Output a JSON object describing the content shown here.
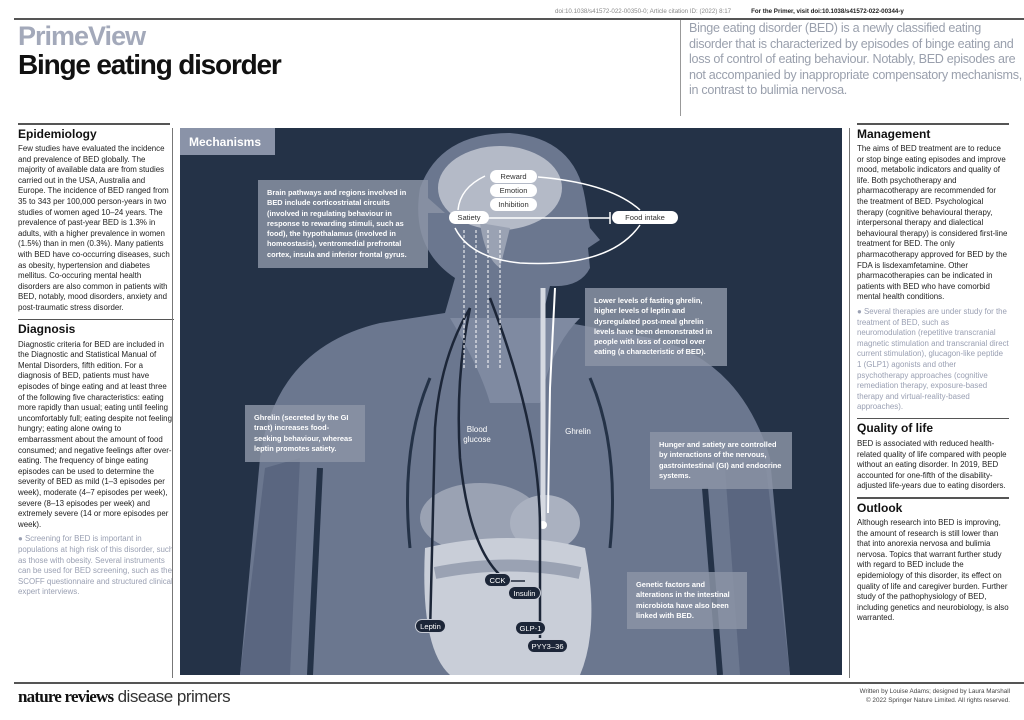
{
  "header": {
    "doi_line": "doi:10.1038/s41572-022-00350-0; Article citation ID:      (2022) 8:17",
    "primer_link": "For the Primer, visit doi:10.1038/s41572-022-00344-y",
    "brand": "PrimeView",
    "title": "Binge eating disorder",
    "summary": "Binge eating disorder (BED) is a newly classified eating disorder that is characterized by episodes of binge eating and loss of control of eating behaviour. Notably, BED episodes are not accompanied by inappropriate compensatory mechanisms, in contrast to bulimia nervosa."
  },
  "left": {
    "epidemiology": {
      "heading": "Epidemiology",
      "text": "Few studies have evaluated the incidence and prevalence of BED globally. The majority of available data are from studies carried out in the USA, Australia and Europe. The incidence of BED ranged from 35 to 343 per 100,000 person-years in two studies of women aged 10–24 years. The prevalence of past-year BED is 1.3% in adults, with a higher prevalence in women (1.5%) than in men (0.3%). Many patients with BED have co-occurring diseases, such as obesity, hypertension and diabetes mellitus. Co-occuring mental health disorders are also common in patients with BED, notably, mood disorders, anxiety and post-traumatic stress disorder."
    },
    "diagnosis": {
      "heading": "Diagnosis",
      "text": "Diagnostic criteria for BED are included in the Diagnostic and Statistical Manual of Mental Disorders, fifth edition. For a diagnosis of BED, patients must have episodes of binge eating and at least three of the following five characteristics: eating more rapidly than usual; eating until feeling uncomfortably full; eating despite not feeling hungry; eating alone owing to embarrassment about the amount of food consumed; and negative feelings after over-eating. The frequency of binge eating episodes can be used to determine the severity of BED as mild (1–3 episodes per week), moderate (4–7 episodes per week), severe (8–13 episodes per week) and extremely severe (14 or more episodes per week).",
      "note": "● Screening for BED is important in populations at high risk of this disorder, such as those with obesity. Several instruments can be used for BED screening, such as the SCOFF questionnaire and structured clinical expert interviews."
    }
  },
  "mechanisms": {
    "tag": "Mechanisms",
    "callouts": {
      "brain": "Brain pathways and regions involved in BED include corticostriatal circuits (involved in regulating behaviour in response to rewarding stimuli, such as food), the hypothalamus (involved in homeostasis), ventromedial prefrontal cortex, insula and inferior frontal gyrus.",
      "hormones": "Lower levels of fasting ghrelin, higher levels of leptin and dysregulated post-meal ghrelin levels have been demonstrated in people with loss of control over eating (a characteristic of BED).",
      "ghrelin": "Ghrelin (secreted by the GI tract) increases food-seeking behaviour, whereas leptin promotes satiety.",
      "hunger": "Hunger and satiety are controlled by interactions of the nervous, gastrointestinal (GI) and endocrine systems.",
      "genetic": "Genetic factors and alterations in the intestinal microbiota have also been linked with BED."
    },
    "brain_labels": {
      "reward": "Reward",
      "emotion": "Emotion",
      "inhibition": "Inhibition",
      "satiety": "Satiety",
      "food_intake": "Food intake"
    },
    "signal_labels": {
      "blood_glucose": "Blood glucose",
      "ghrelin": "Ghrelin",
      "cck": "CCK",
      "insulin": "Insulin",
      "leptin": "Leptin",
      "glp1": "GLP-1",
      "pyy": "PYY3–36"
    },
    "colors": {
      "background": "#243247",
      "body": "#6b778f",
      "callout": "#8c95a6"
    }
  },
  "right": {
    "management": {
      "heading": "Management",
      "text": "The aims of BED treatment are to reduce or stop binge eating episodes and improve mood, metabolic indicators and quality of life. Both psychotherapy and pharmacotherapy are recommended for the treatment of BED. Psychological therapy (cognitive behavioural therapy, interpersonal therapy and dialectical behavioural therapy) is considered first-line treatment for BED. The only pharmacotherapy approved for BED by the FDA is lisdexamfetamine. Other pharmacotherapies can be indicated in patients with BED who have comorbid mental health conditions.",
      "note": "● Several therapies are under study for the treatment of BED, such as neuromodulation (repetitive transcranial magnetic stimulation and transcranial direct current stimulation), glucagon-like peptide 1 (GLP1) agonists and other psychotherapy approaches (cognitive remediation therapy, exposure-based therapy and virtual-reality-based approaches)."
    },
    "quality": {
      "heading": "Quality of life",
      "text": "BED is associated with reduced health-related quality of life compared with people without an eating disorder. In 2019, BED accounted for one-fifth of the disability-adjusted life-years due to eating disorders."
    },
    "outlook": {
      "heading": "Outlook",
      "text": "Although research into BED is improving, the amount of research is still lower than that into anorexia nervosa and bulimia nervosa. Topics that warrant further study with regard to BED include the epidemiology of this disorder, its effect on quality of life and caregiver burden. Further study of the pathophysiology of BED, including genetics and neurobiology, is also warranted."
    }
  },
  "footer": {
    "logo_bold": "nature reviews",
    "logo_light": "disease primers",
    "credit": "Written by Louise Adams; designed by Laura Marshall",
    "copyright": "© 2022 Springer Nature Limited. All rights reserved."
  }
}
